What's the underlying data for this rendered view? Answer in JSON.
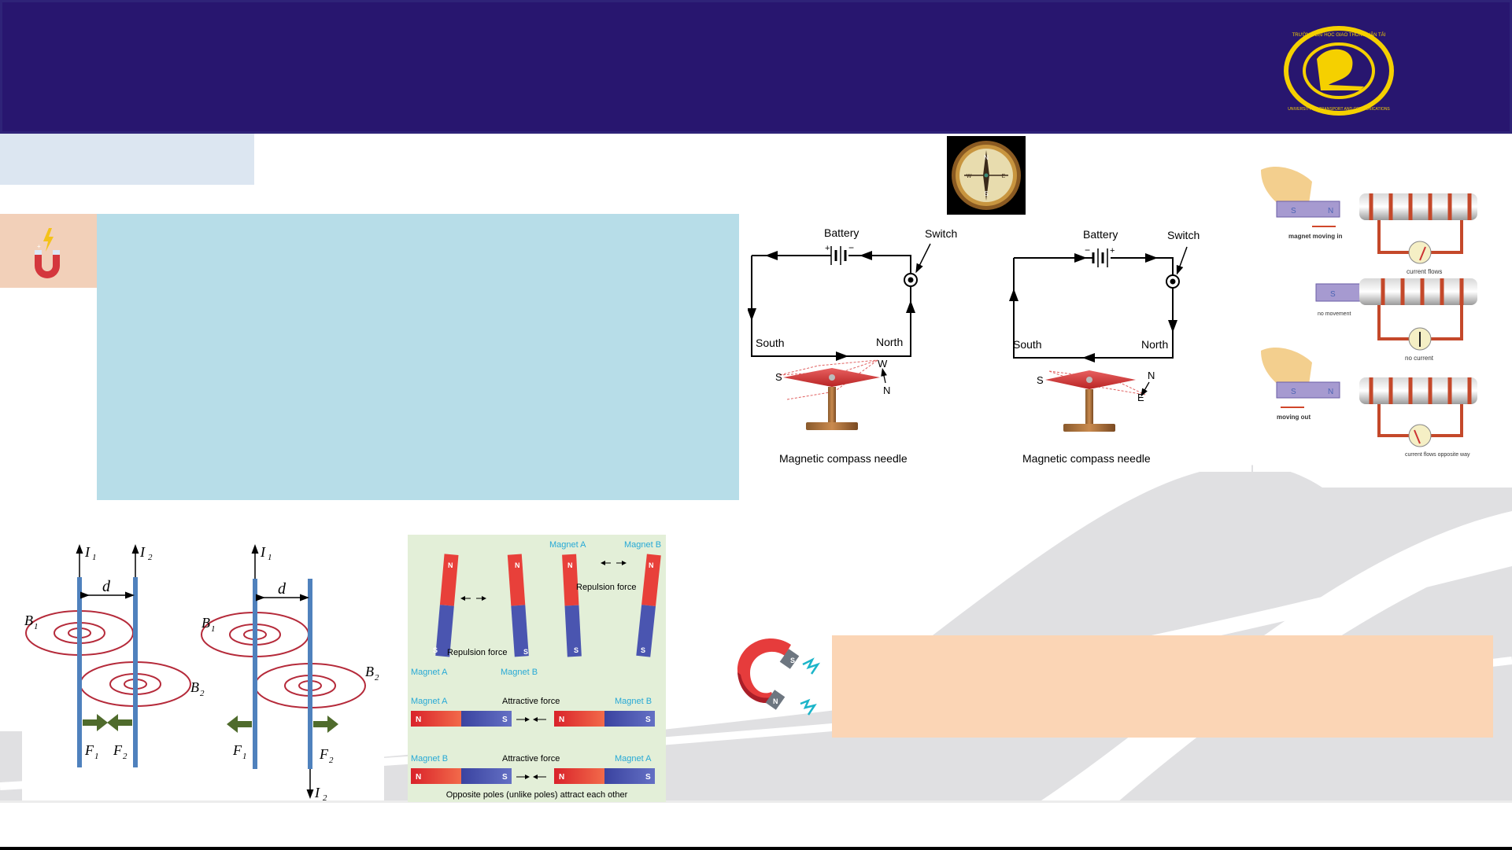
{
  "slide": {
    "header_color": "#28166f",
    "logo": {
      "name": "university-logo",
      "top_text": "TRƯỜNG ĐẠI HỌC GIAO THÔNG VẬN TẢI",
      "bottom_text": "UNIVERSITY OF TRANSPORT AND COMMUNICATIONS",
      "ring_color": "#f5d000"
    },
    "subtitle_bar_color": "#dce6f1",
    "content_box_color": "#b7dde8",
    "icon_tile_color": "#f2d0b9",
    "note_box_color": "#fbd5b5"
  },
  "circuits": {
    "left": {
      "battery": "Battery",
      "plus": "+",
      "minus": "−",
      "switch": "Switch",
      "south": "South",
      "north": "North",
      "needle_s": "S",
      "needle_n": "N",
      "deflect": "W",
      "caption": "Magnetic compass needle"
    },
    "right": {
      "battery": "Battery",
      "plus": "+",
      "minus": "−",
      "switch": "Switch",
      "south": "South",
      "north": "North",
      "needle_s": "S",
      "needle_n": "N",
      "deflect": "E",
      "caption": "Magnetic compass needle"
    }
  },
  "compass": {
    "n": "N",
    "s": "S",
    "e": "E",
    "w": "W"
  },
  "induction": {
    "rows": [
      {
        "magnet_s": "S",
        "magnet_n": "N",
        "action": "magnet moving in",
        "result": "current flows"
      },
      {
        "magnet_s": "S",
        "action": "no movement",
        "result": "no current"
      },
      {
        "magnet_s": "S",
        "magnet_n": "N",
        "action": "moving out",
        "result": "current flows opposite way"
      }
    ]
  },
  "wires": {
    "left": {
      "i1": "I",
      "i1_sub": "1",
      "i2": "I",
      "i2_sub": "2",
      "d": "d",
      "b1": "B",
      "b1_sub": "1",
      "b2": "B",
      "b2_sub": "2",
      "f1": "F",
      "f1_sub": "1",
      "f2": "F",
      "f2_sub": "2"
    },
    "right": {
      "i1": "I",
      "i1_sub": "1",
      "i2": "I",
      "i2_sub": "2",
      "d": "d",
      "b1": "B",
      "b1_sub": "1",
      "b2": "B",
      "b2_sub": "2",
      "f1": "F",
      "f1_sub": "1",
      "f2": "F",
      "f2_sub": "2"
    }
  },
  "poles": {
    "magnet_a": "Magnet A",
    "magnet_b": "Magnet B",
    "n": "N",
    "s": "S",
    "repulsion": "Repulsion force",
    "attractive": "Attractive force",
    "caption": "Opposite poles (unlike poles) attract each other"
  },
  "horseshoe": {
    "n": "N",
    "s": "S"
  }
}
